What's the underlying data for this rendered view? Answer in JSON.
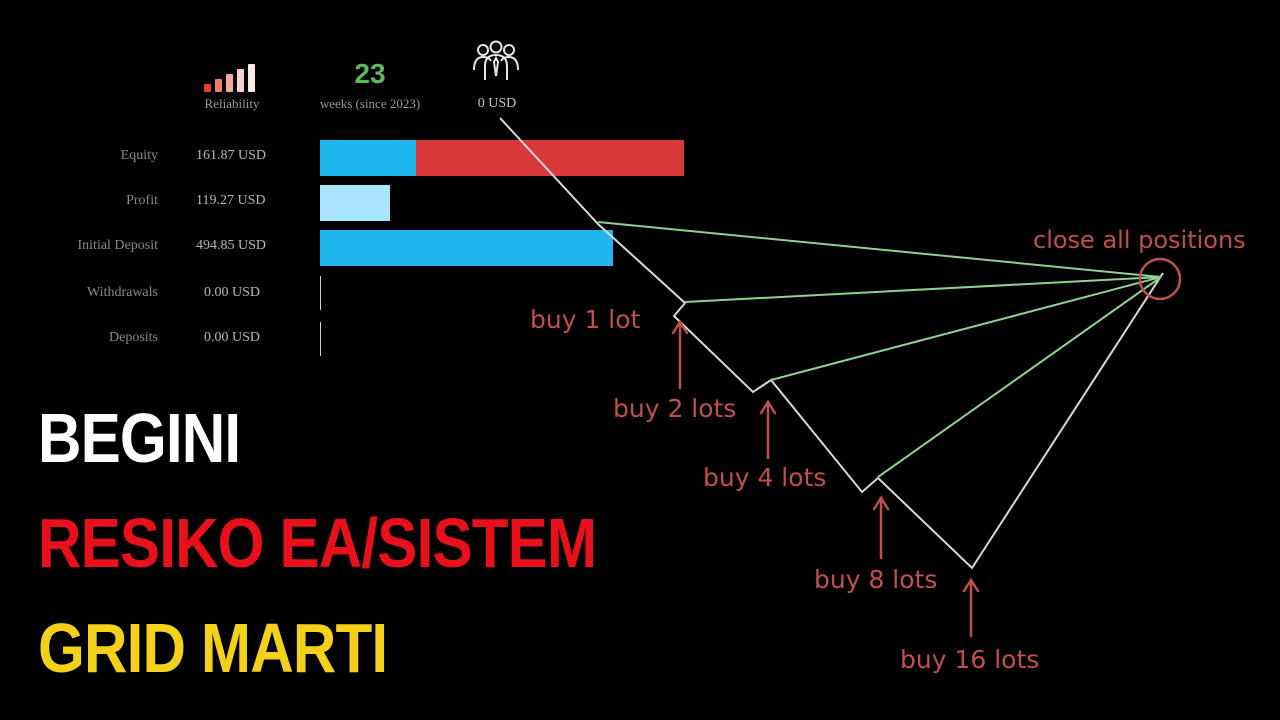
{
  "header_stats": {
    "reliability_label": "Reliability",
    "weeks_value": "23",
    "weeks_label": "weeks (since 2023)",
    "subscribers_value": "0 USD"
  },
  "stats_rows": [
    {
      "label": "Equity",
      "value": "161.87 USD"
    },
    {
      "label": "Profit",
      "value": "119.27 USD"
    },
    {
      "label": "Initial Deposit",
      "value": "494.85 USD"
    },
    {
      "label": "Withdrawals",
      "value": "0.00 USD"
    },
    {
      "label": "Deposits",
      "value": "0.00 USD"
    }
  ],
  "grid_diagram": {
    "steps": [
      {
        "label": "buy 1 lot"
      },
      {
        "label": "buy 2 lots"
      },
      {
        "label": "buy 4 lots"
      },
      {
        "label": "buy 8 lots"
      },
      {
        "label": "buy 16 lots"
      }
    ],
    "close_label": "close all positions"
  },
  "headline": {
    "line1": "BEGINI",
    "line2": "RESIKO EA/SISTEM",
    "line3": "GRID MARTI"
  },
  "colors": {
    "background": "#000000",
    "weeks_green": "#5cb85c",
    "bar_blue": "#1fb6ee",
    "bar_red": "#d9393a",
    "bar_light_blue": "#a8e4fb",
    "annotation_red": "#c0504d",
    "target_line_green": "#8fd18f",
    "price_line": "#d8d8d8",
    "headline_white": "#ffffff",
    "headline_red": "#e8101a",
    "headline_yellow": "#f3d11a"
  }
}
